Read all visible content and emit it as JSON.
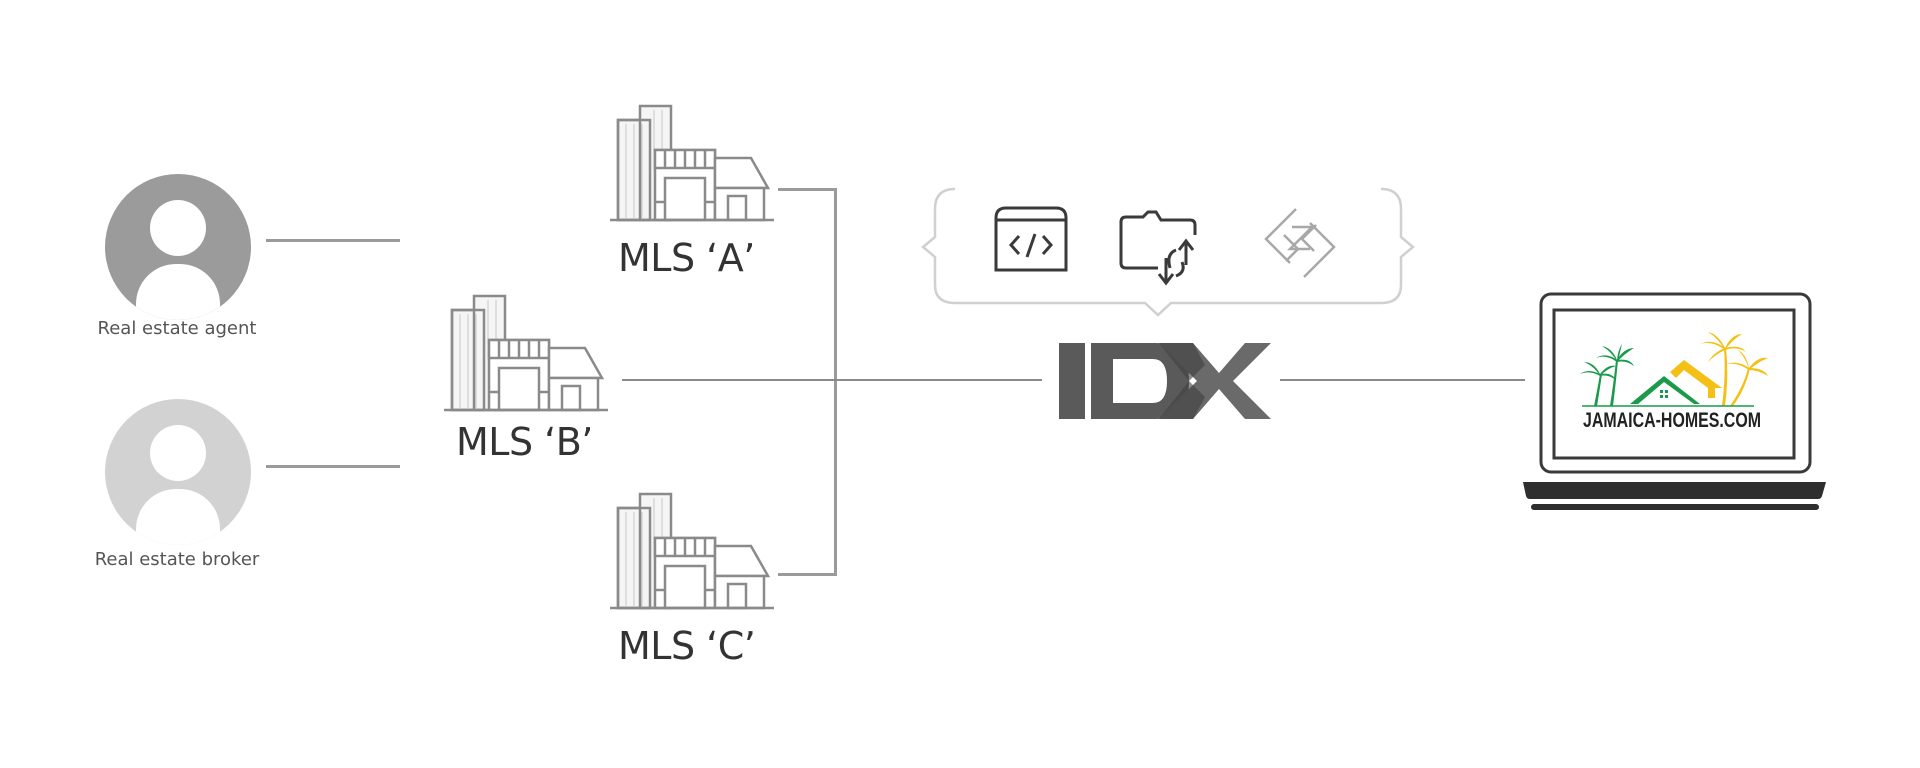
{
  "diagram": {
    "title": "IDX data flow: agents/brokers to MLS to IDX to website",
    "people": [
      {
        "label": "Real estate agent",
        "color": "#9b9b9b"
      },
      {
        "label": "Real estate broker",
        "color": "#d2d2d2"
      }
    ],
    "mls": [
      {
        "label": "MLS ‘A’"
      },
      {
        "label": "MLS ‘B’"
      },
      {
        "label": "MLS ‘C’"
      }
    ],
    "idx": {
      "logo_text": "IDX",
      "color": "#5a5a5a",
      "accent_color": "#3f3f3f"
    },
    "idx_features": [
      {
        "icon": "code-window-icon"
      },
      {
        "icon": "folder-sync-icon"
      },
      {
        "icon": "api-diamond-icon"
      }
    ],
    "website": {
      "domain_text": "JAMAICA-HOMES.COM",
      "green": "#1a9a4a",
      "yellow": "#f5c015"
    },
    "colors": {
      "connector": "#9a9a9a",
      "building_stroke": "#8a8a8a",
      "bracket": "#d0d0d0",
      "laptop": "#2e2e2e"
    }
  }
}
